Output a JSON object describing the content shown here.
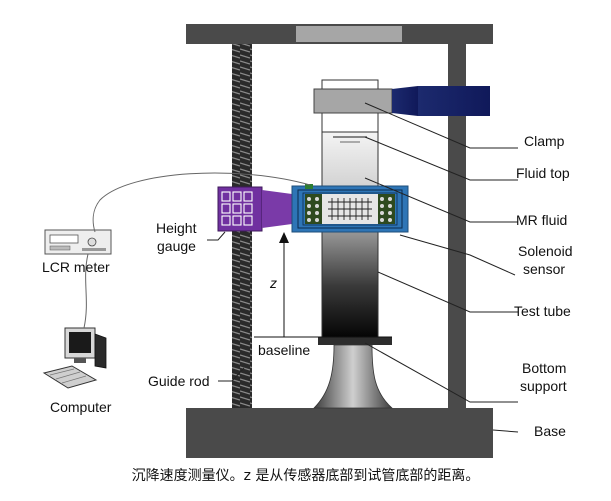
{
  "labels": {
    "clamp": "Clamp",
    "fluid_top": "Fluid top",
    "mr_fluid": "MR fluid",
    "solenoid_line1": "Solenoid",
    "solenoid_line2": "sensor",
    "test_tube": "Test tube",
    "bottom_line1": "Bottom",
    "bottom_line2": "support",
    "base": "Base",
    "height_line1": "Height",
    "height_line2": "gauge",
    "lcr_meter": "LCR meter",
    "computer": "Computer",
    "guide_rod": "Guide rod",
    "baseline": "baseline",
    "z": "z"
  },
  "caption": "沉降速度测量仪。z 是从传感器底部到试管底部的距离。",
  "colors": {
    "frame": "#4a4a4a",
    "frame_light": "#a6a6a6",
    "clamp_blue": "#1f2d7a",
    "gauge_purple": "#7030a0",
    "sensor_blue": "#2e75b6",
    "coil_green": "#2e4a1f"
  }
}
